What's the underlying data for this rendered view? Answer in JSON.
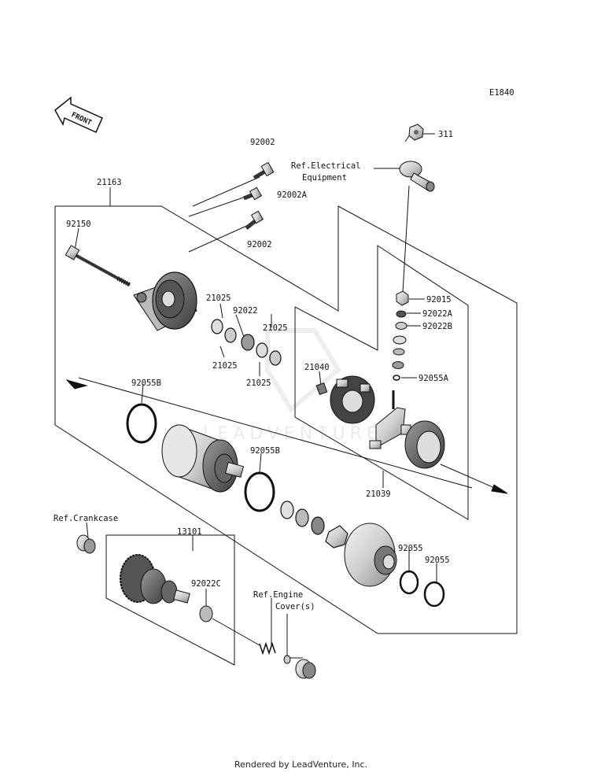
{
  "diagram_code": "E1840",
  "front_label": "FRONT",
  "watermark": "LEADVENTURE",
  "footer": "Rendered by LeadVenture, Inc.",
  "refs": {
    "electrical": [
      "Ref.Electrical",
      "Equipment"
    ],
    "crankcase": "Ref.Crankcase",
    "engine_cover": [
      "Ref.Engine",
      "Cover(s)"
    ]
  },
  "parts": {
    "p311": "311",
    "p92002_top": "92002",
    "p92002A": "92002A",
    "p92002_bot": "92002",
    "p21163": "21163",
    "p92150": "92150",
    "p21025_a": "21025",
    "p92022": "92022",
    "p21025_b": "21025",
    "p21025_c": "21025",
    "p21025_d": "21025",
    "p92015": "92015",
    "p92022A": "92022A",
    "p92022B": "92022B",
    "p21040": "21040",
    "p92055A": "92055A",
    "p92055B_a": "92055B",
    "p92055B_b": "92055B",
    "p21039": "21039",
    "p13101": "13101",
    "p92022C": "92022C",
    "p92055_a": "92055",
    "p92055_b": "92055"
  }
}
